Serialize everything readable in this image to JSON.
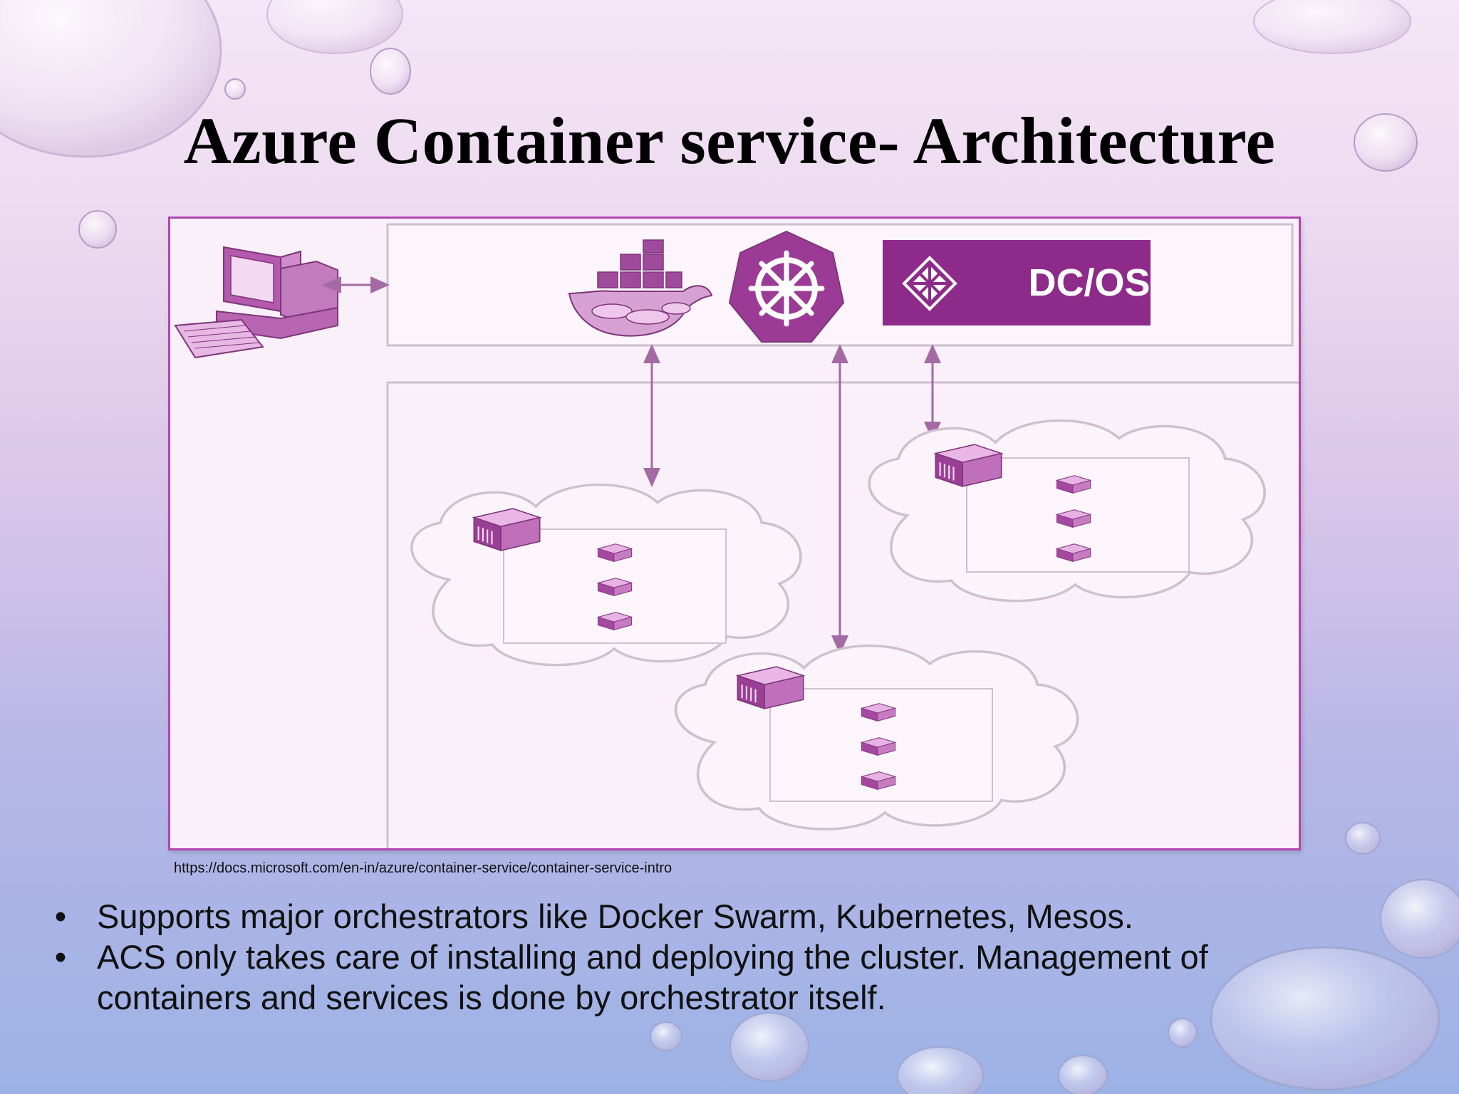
{
  "slide": {
    "title": "Azure Container service- Architecture",
    "source_url": "https://docs.microsoft.com/en-in/azure/container-service/container-service-intro",
    "bullet_glyph": "•",
    "bullets": [
      "Supports major orchestrators like Docker Swarm, Kubernetes, Mesos.",
      "ACS only takes care of installing and deploying the cluster. Management of containers and services is done by orchestrator itself."
    ]
  },
  "diagram": {
    "logos": {
      "docker": "docker-logo",
      "kubernetes": "kubernetes-logo",
      "dcos_label": "DC/OS"
    },
    "clusters": [
      {
        "name": "cluster-left",
        "agents": 3
      },
      {
        "name": "cluster-right",
        "agents": 3
      },
      {
        "name": "cluster-bottom",
        "agents": 3
      }
    ],
    "colors": {
      "accent": "#9c3b96",
      "dcos_bg": "#8e2a8a",
      "line": "#a36aa3"
    }
  }
}
